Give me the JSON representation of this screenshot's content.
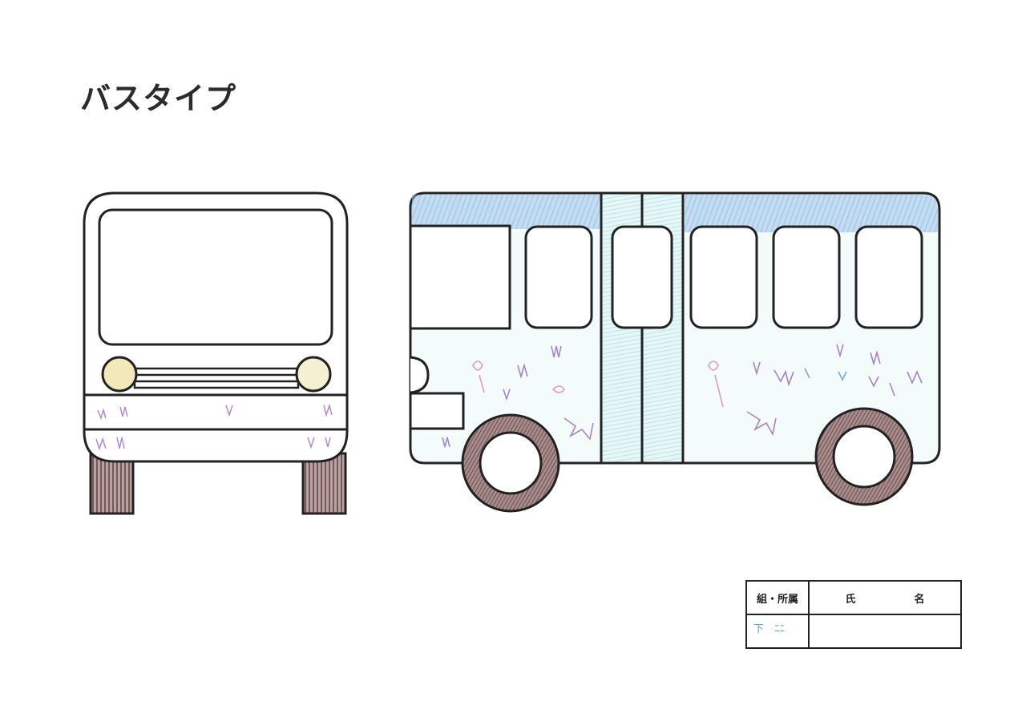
{
  "title": "バスタイプ",
  "form": {
    "class_label": "組・所属",
    "name_label": "氏　名",
    "class_value": "下　ﾆﾆ",
    "name_value": ""
  },
  "colors": {
    "outline": "#222222",
    "roof_blue": "#5b9bd5",
    "door_teal": "#a8e0e0",
    "flower_purple": "#9b6cc8",
    "flower_pink": "#e28aa8",
    "tire_brown": "#8c6a6a",
    "headlight_yellow": "#f3e9b8"
  }
}
